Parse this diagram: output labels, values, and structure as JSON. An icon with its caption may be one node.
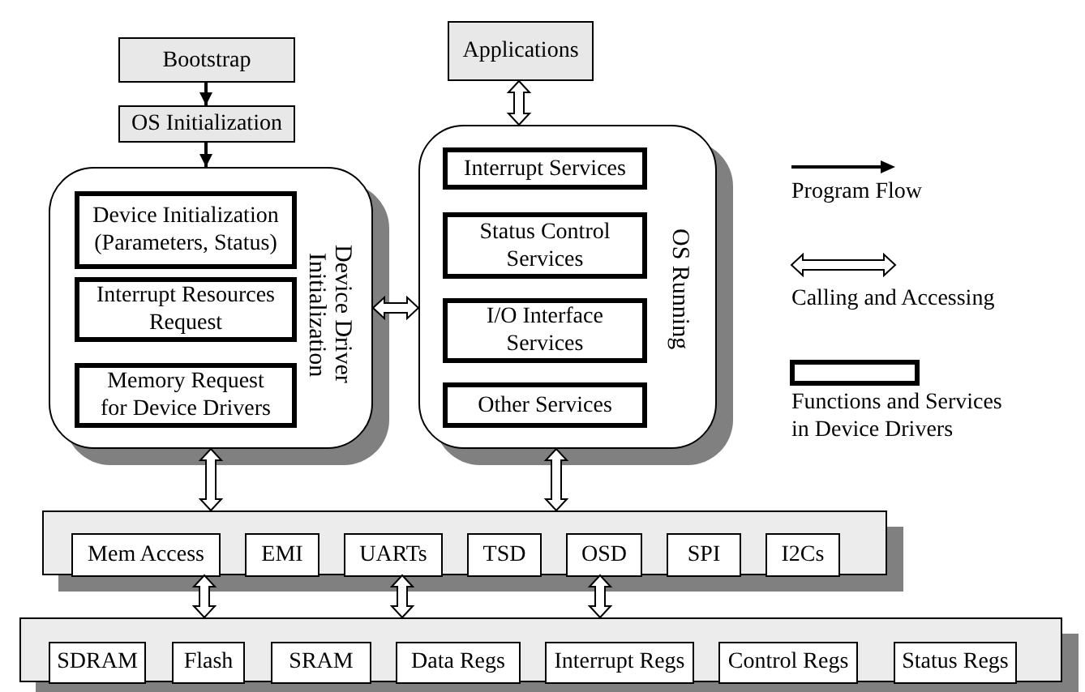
{
  "diagram": {
    "nodes": [
      {
        "text": [
          "Bootstrap"
        ]
      },
      {
        "text": [
          "OS Initialization"
        ]
      },
      {
        "text": [
          "Device Driver Initialization"
        ]
      },
      {
        "text": [
          "Device Initialization (Parameters, Status)"
        ],
        "in": 2
      },
      {
        "text": [
          "Interrupt Resources Request"
        ],
        "in": 2
      },
      {
        "text": [
          "Memory Request for Device Drivers"
        ],
        "in": 2
      },
      {
        "text": [
          "Applications"
        ]
      },
      {
        "text": [
          "OS Running"
        ]
      },
      {
        "text": [
          "Interrupt Services"
        ],
        "in": 7
      },
      {
        "text": [
          "Status Control Services"
        ],
        "in": 7
      },
      {
        "text": [
          "I/O Interface Services"
        ],
        "in": 7
      },
      {
        "text": [
          "Other Services"
        ],
        "in": 7
      },
      {
        "text": [],
        "shape": "bar"
      },
      {
        "text": [
          "Mem Access"
        ],
        "in": 12
      },
      {
        "text": [
          "EMI"
        ],
        "in": 12
      },
      {
        "text": [
          "UARTs"
        ],
        "in": 12
      },
      {
        "text": [
          "TSD"
        ],
        "in": 12
      },
      {
        "text": [
          "OSD"
        ],
        "in": 12
      },
      {
        "text": [
          "SPI"
        ],
        "in": 12
      },
      {
        "text": [
          "I2Cs"
        ],
        "in": 12
      },
      {
        "text": [],
        "shape": "bar"
      },
      {
        "text": [
          "SDRAM"
        ],
        "in": 20
      },
      {
        "text": [
          "Flash"
        ],
        "in": 20
      },
      {
        "text": [
          "SRAM"
        ],
        "in": 20
      },
      {
        "text": [
          "Data Regs"
        ],
        "in": 20
      },
      {
        "text": [
          "Interrupt Regs"
        ],
        "in": 20
      },
      {
        "text": [
          "Control Regs"
        ],
        "in": 20
      },
      {
        "text": [
          "Status Regs"
        ],
        "in": 20
      }
    ],
    "edges": [
      {
        "from": 0,
        "to": 1,
        "arrow": "to"
      },
      {
        "from": 1,
        "to": 2,
        "arrow": "to"
      },
      {
        "from": 6,
        "to": 7,
        "arrow": "both"
      },
      {
        "from": 2,
        "to": 7,
        "arrow": "both"
      },
      {
        "from": 2,
        "to": 12,
        "arrow": "both"
      },
      {
        "from": 7,
        "to": 12,
        "arrow": "both"
      },
      {
        "from": 13,
        "to": 20,
        "arrow": "both"
      },
      {
        "from": 15,
        "to": 20,
        "arrow": "both"
      },
      {
        "from": 17,
        "to": 20,
        "arrow": "both"
      }
    ],
    "legend": [
      {
        "text": "Program Flow"
      },
      {
        "text": "Calling and Accessing"
      },
      {
        "text": "Functions and Services in Device Drivers"
      }
    ]
  }
}
